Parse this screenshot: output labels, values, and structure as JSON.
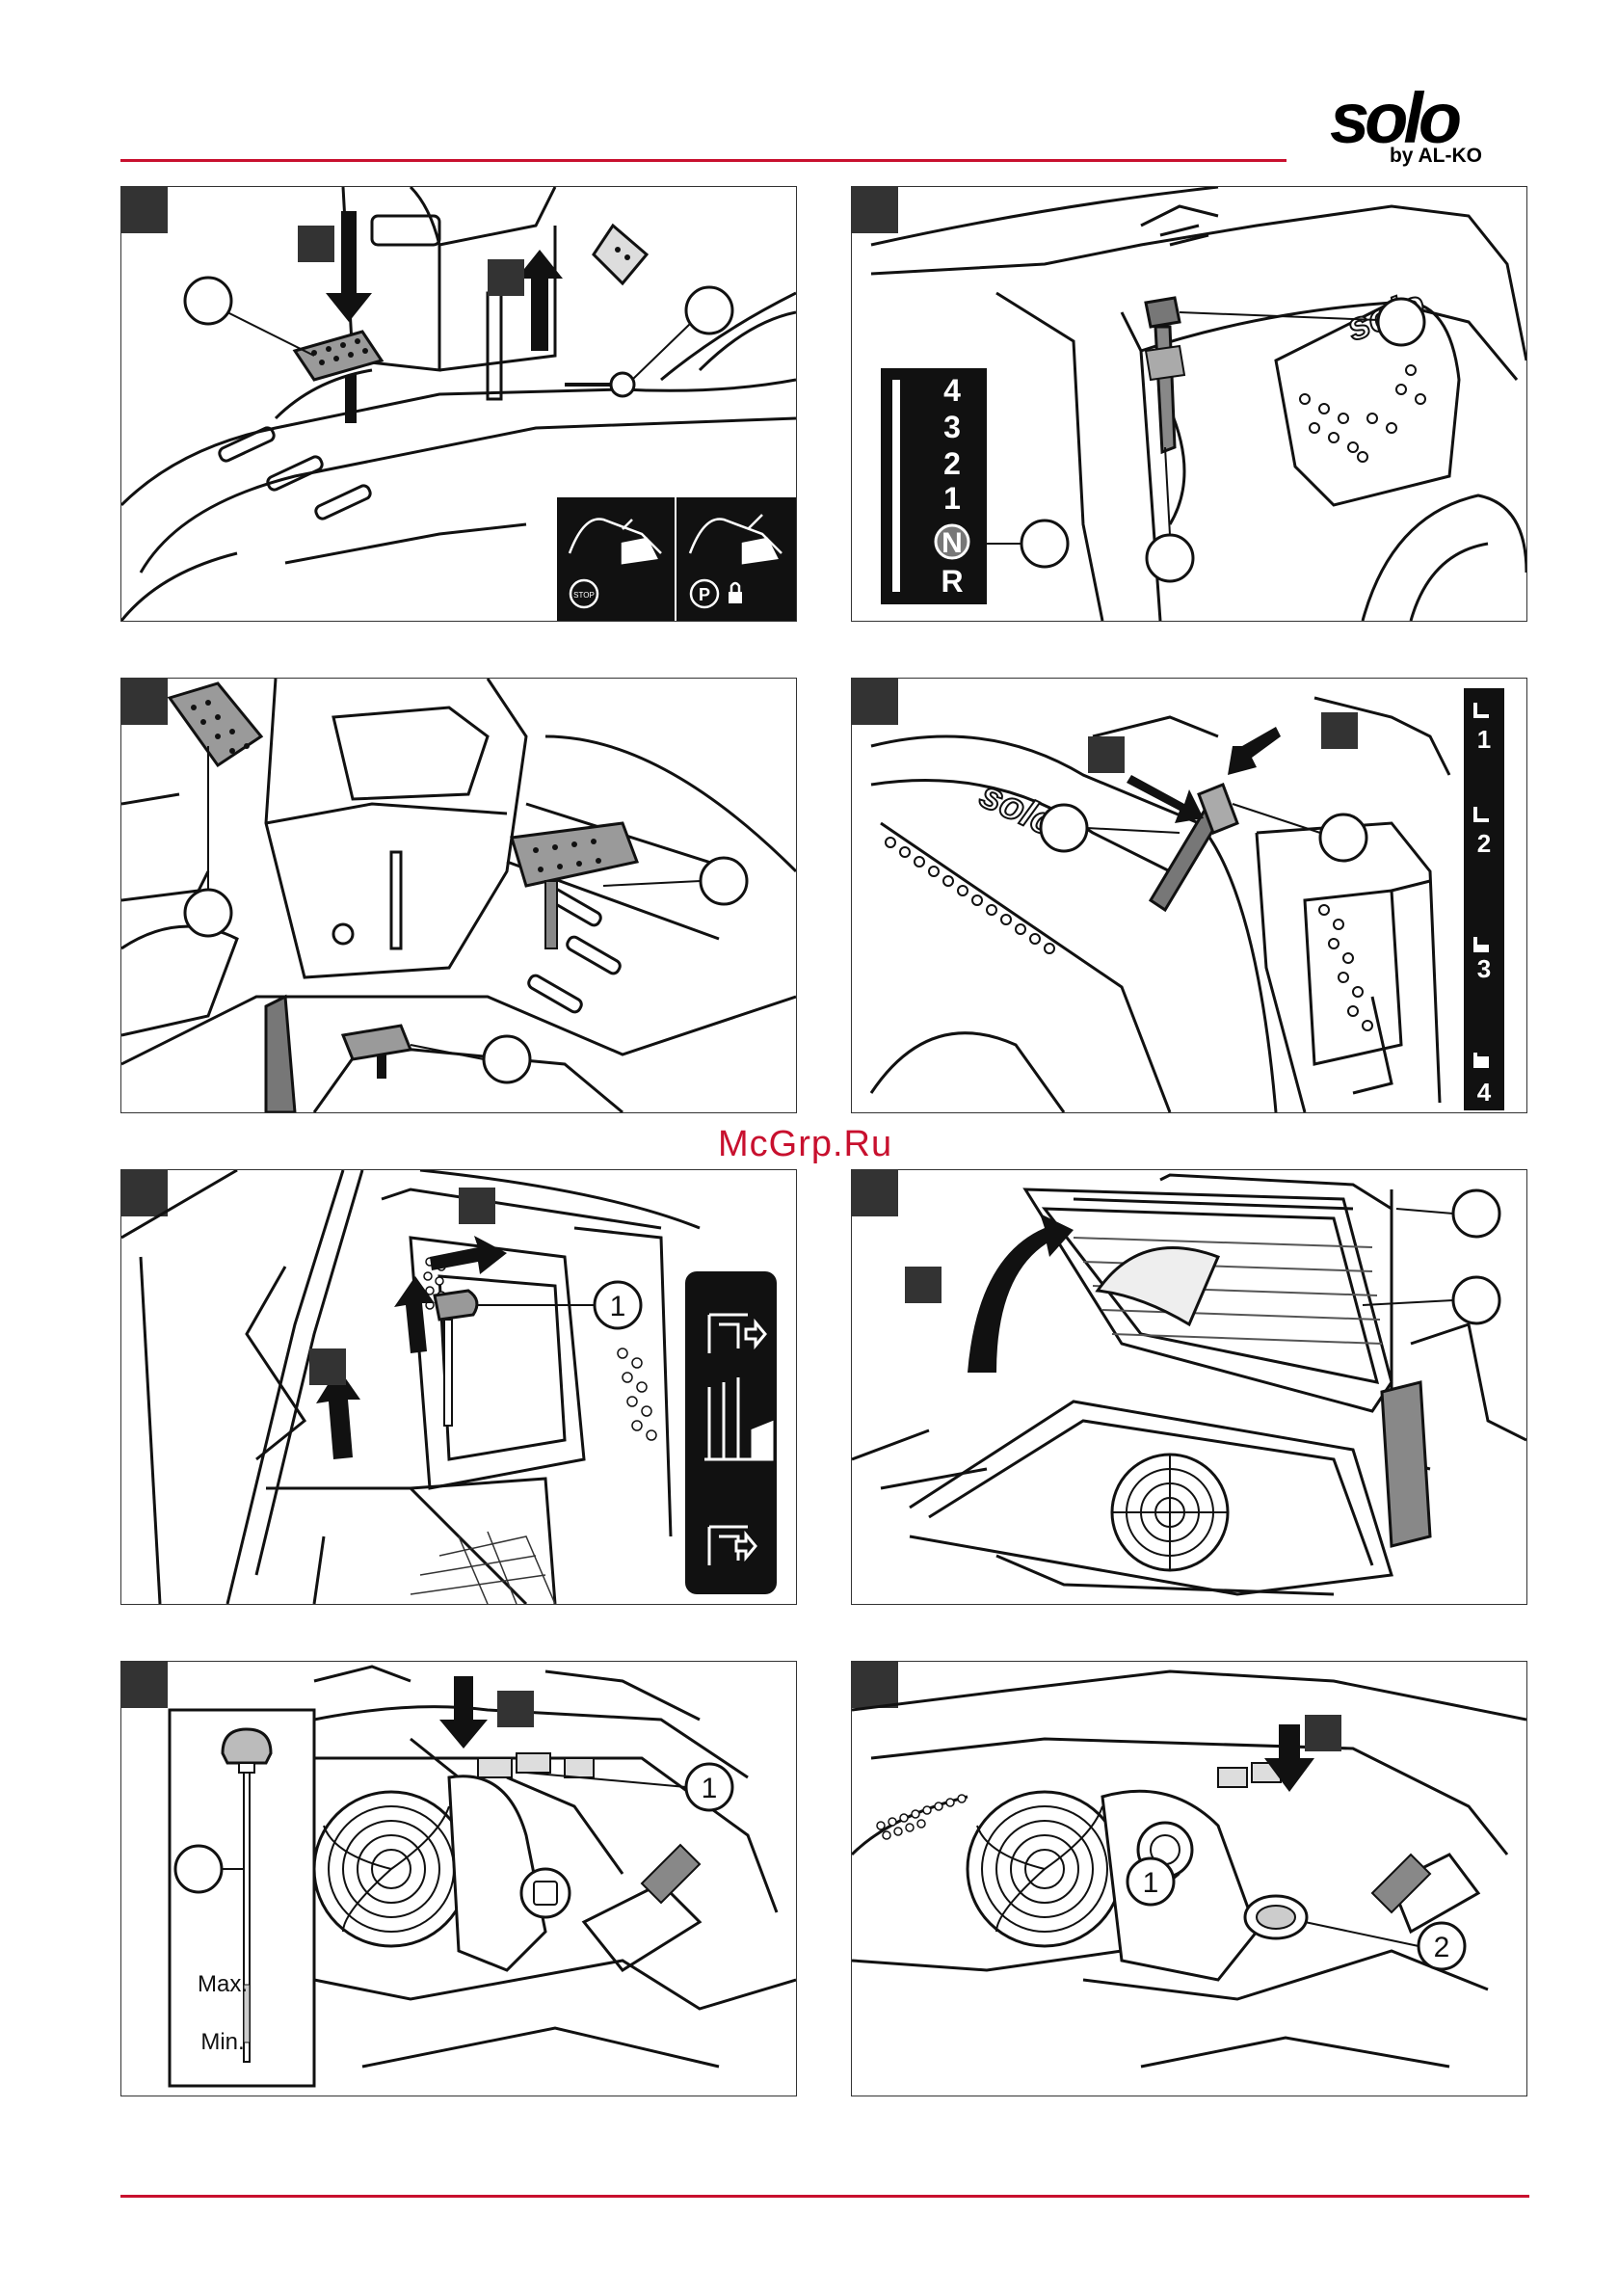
{
  "header": {
    "brand": "solo",
    "brand_sub": "by AL-KO",
    "rule_color": "#c8102e"
  },
  "watermark": "McGrp.Ru",
  "figures": {
    "fig1": {
      "icons": [
        "stop-icon",
        "parking-lock-icon"
      ]
    },
    "fig2": {
      "gears": [
        "4",
        "3",
        "2",
        "1",
        "N",
        "R"
      ]
    },
    "fig4": {
      "levels": [
        "1",
        "2",
        "3",
        "4"
      ]
    },
    "fig5": {
      "callout": "1"
    },
    "fig7": {
      "callout": "1",
      "max_label": "Max.",
      "min_label": "Min."
    },
    "fig8": {
      "callout_1": "1",
      "callout_2": "2"
    }
  }
}
